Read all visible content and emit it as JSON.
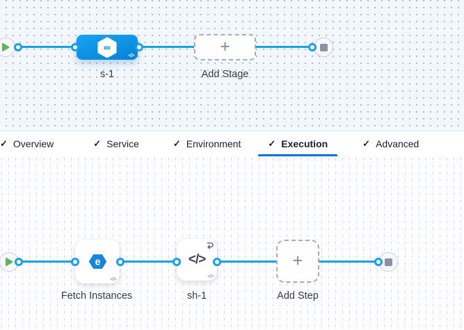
{
  "pipeline_graph_top": {
    "stage_name": "s-1",
    "add_stage": "Add Stage"
  },
  "tabs": [
    {
      "label": "Overview",
      "checked": true,
      "active": false
    },
    {
      "label": "Service",
      "checked": true,
      "active": false
    },
    {
      "label": "Environment",
      "checked": true,
      "active": false
    },
    {
      "label": "Execution",
      "checked": true,
      "active": true
    },
    {
      "label": "Advanced",
      "checked": true,
      "active": false
    }
  ],
  "execution_graph": {
    "step1_name": "Fetch Instances",
    "step2_name": "sh-1",
    "add_step": "Add Step"
  },
  "icons": {
    "check": "✓",
    "plus": "+",
    "infinity": "∞",
    "code_small": "</>",
    "code_step": "</>",
    "fetch_letter": "e"
  },
  "colors": {
    "line_blue": "#1ba0e8",
    "stage_blue": "#0b8ce0",
    "tab_underline": "#0b74d2",
    "play_green": "#5cb660",
    "stop_gray": "#8e90a8",
    "dot_bg_top": "#f2f7fc"
  }
}
